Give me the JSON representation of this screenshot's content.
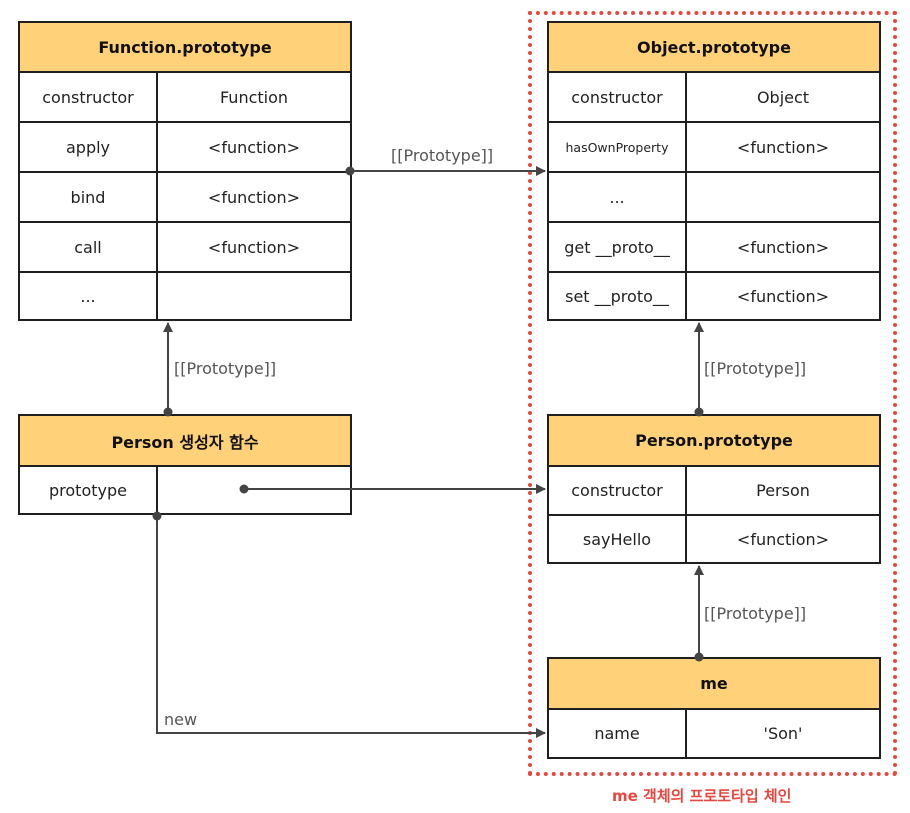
{
  "boxes": {
    "function_prototype": {
      "title": "Function.prototype",
      "rows": [
        {
          "key": "constructor",
          "value": "Function"
        },
        {
          "key": "apply",
          "value": "<function>"
        },
        {
          "key": "bind",
          "value": "<function>"
        },
        {
          "key": "call",
          "value": "<function>"
        },
        {
          "key": "...",
          "value": ""
        }
      ]
    },
    "object_prototype": {
      "title": "Object.prototype",
      "rows": [
        {
          "key": "constructor",
          "value": "Object"
        },
        {
          "key": "hasOwnProperty",
          "value": "<function>"
        },
        {
          "key": "...",
          "value": ""
        },
        {
          "key": "get __proto__",
          "value": "<function>"
        },
        {
          "key": "set __proto__",
          "value": "<function>"
        }
      ]
    },
    "person_constructor": {
      "title": "Person 생성자 함수",
      "rows": [
        {
          "key": "prototype",
          "value": ""
        }
      ]
    },
    "person_prototype": {
      "title": "Person.prototype",
      "rows": [
        {
          "key": "constructor",
          "value": "Person"
        },
        {
          "key": "sayHello",
          "value": "<function>"
        }
      ]
    },
    "me": {
      "title": "me",
      "rows": [
        {
          "key": "name",
          "value": "'Son'"
        }
      ]
    }
  },
  "labels": {
    "proto_function_to_object": "[[Prototype]]",
    "proto_person_ctor_to_function": "[[Prototype]]",
    "proto_person_proto_to_object": "[[Prototype]]",
    "proto_me_to_person_proto": "[[Prototype]]",
    "new": "new"
  },
  "caption": "me 객체의 프로토타입 체인",
  "colors": {
    "header_fill": "#ffd27a",
    "border": "#1f1f1f",
    "arrow": "#444444",
    "highlight": "#e8473f"
  }
}
